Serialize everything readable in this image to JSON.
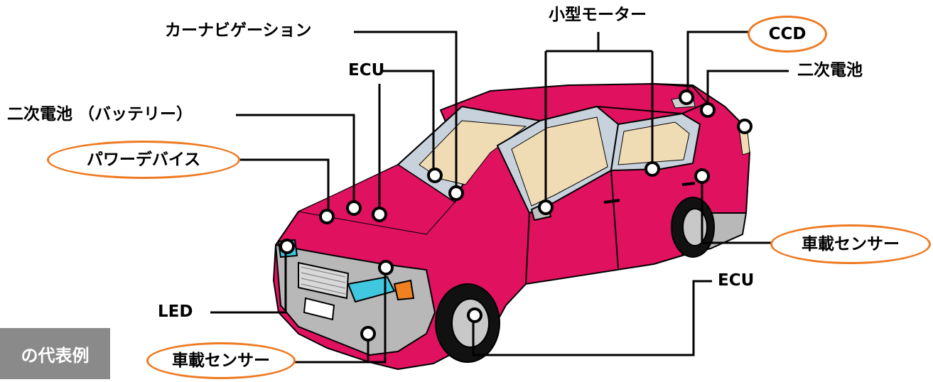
{
  "labels": {
    "car_navigation": "カーナビゲーション",
    "small_motor": "小型モーター",
    "ccd": "CCD",
    "secondary_battery_right": "二次電池",
    "ecu_top": "ECU",
    "secondary_battery_left": "二次電池 （バッテリー）",
    "power_device": "パワーデバイス",
    "vehicle_sensor_right": "車載センサー",
    "ecu_bottom": "ECU",
    "led": "LED",
    "vehicle_sensor_bottom": "車載センサー"
  },
  "caption": "の代表例",
  "colors": {
    "car_body": "#e0115f",
    "highlight_oval": "#ee7a22",
    "caption_bg": "#8a8a8a",
    "interior": "#f0dcb4",
    "glass": "#c8d2dc",
    "bumper": "#b8b8b8",
    "headlight": "#40c8e0",
    "turn_signal": "#f08020"
  }
}
